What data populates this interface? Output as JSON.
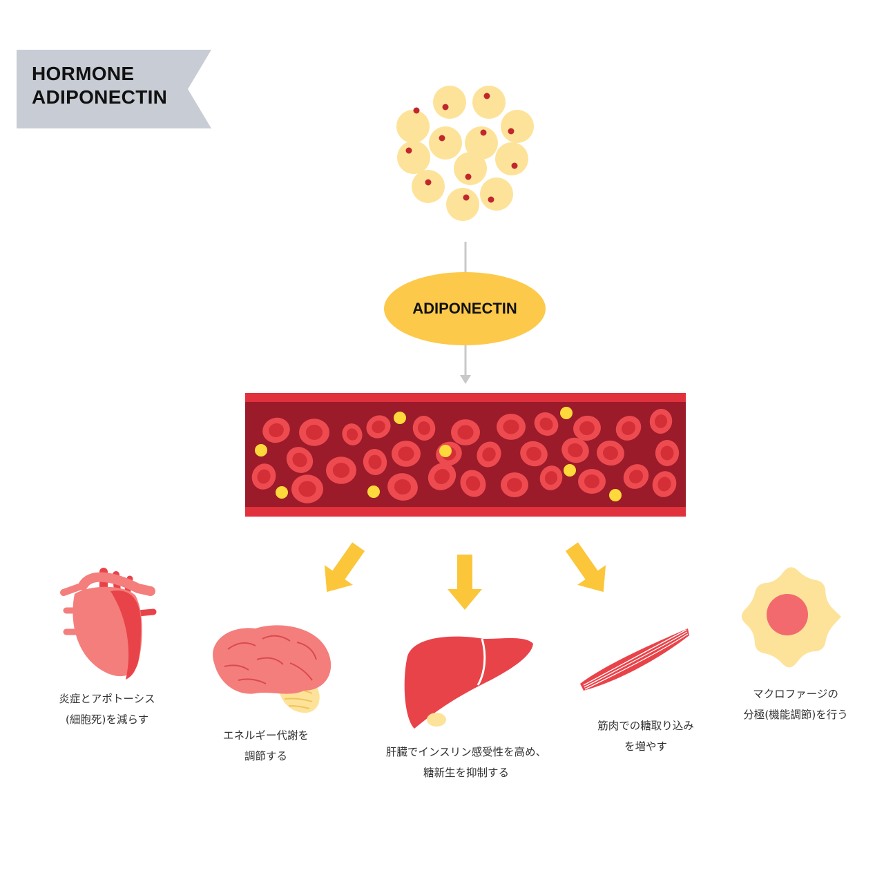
{
  "title": {
    "line1": "HORMONE",
    "line2": "ADIPONECTIN"
  },
  "hormone_label": "ADIPONECTIN",
  "effects": [
    {
      "organ": "heart",
      "line1": "炎症とアポトーシス",
      "line2": "(細胞死)を減らす"
    },
    {
      "organ": "brain",
      "line1": "エネルギー代謝を",
      "line2": "調節する"
    },
    {
      "organ": "liver",
      "line1": "肝臓でインスリン感受性を高め、",
      "line2": "糖新生を抑制する"
    },
    {
      "organ": "muscle",
      "line1": "筋肉での糖取り込み",
      "line2": "を増やす"
    },
    {
      "organ": "macrophage",
      "line1": "マクロファージの",
      "line2": "分極(機能調節)を行う"
    }
  ],
  "colors": {
    "banner": "#c8ccd4",
    "fat_cell": "#fde39a",
    "nucleus": "#c0272d",
    "ellipse": "#fdc94a",
    "vessel_wall": "#e0313d",
    "vessel_inner": "#9b1b2a",
    "red_cell": "#ee4b50",
    "yellow_dot": "#fdd93b",
    "arrow": "#fbc63a"
  }
}
